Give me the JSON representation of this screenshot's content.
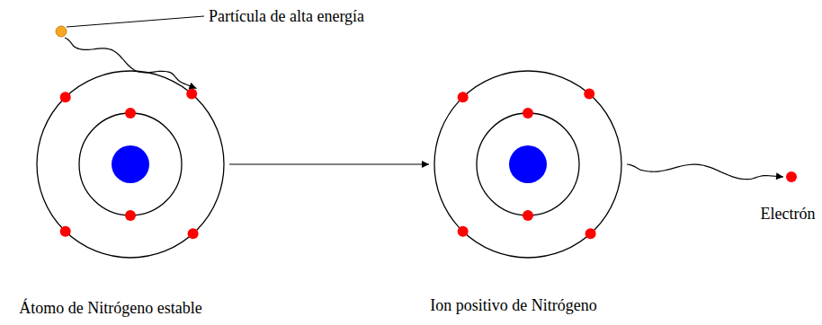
{
  "diagram": {
    "nodes": [
      {
        "text": [
          "Partícula de alta energía"
        ]
      },
      {
        "text": [
          "Átomo de Nitrógeno estable"
        ]
      },
      {
        "text": [
          "Ion positivo de Nitrógeno"
        ]
      },
      {
        "text": [
          "Electrón"
        ]
      }
    ],
    "edges": [
      {
        "from": 0,
        "to": 1,
        "arrow": "to"
      },
      {
        "from": 1,
        "to": 2,
        "arrow": "to"
      },
      {
        "from": 2,
        "to": 3,
        "arrow": "to"
      }
    ]
  }
}
